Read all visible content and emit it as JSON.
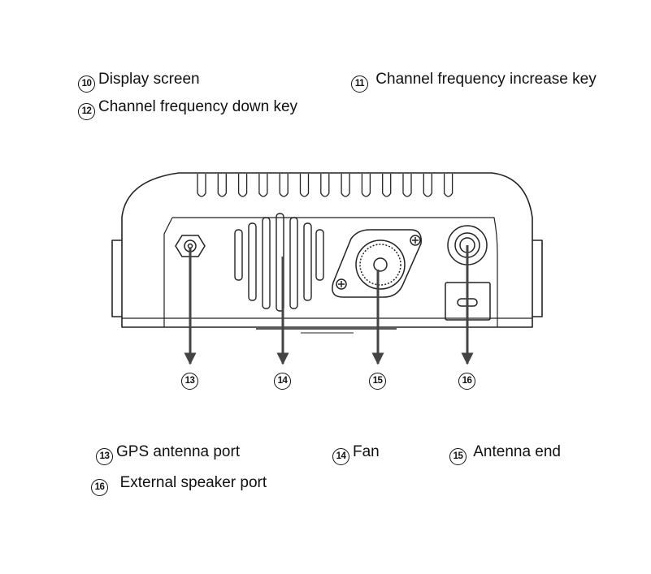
{
  "labels": {
    "l10": {
      "num": "10",
      "text": "Display screen"
    },
    "l11": {
      "num": "11",
      "text": "Channel frequency increase key"
    },
    "l12": {
      "num": "12",
      "text": "Channel frequency down key"
    },
    "l13": {
      "num": "13",
      "text": "GPS antenna port"
    },
    "l14": {
      "num": "14",
      "text": "Fan"
    },
    "l15": {
      "num": "15",
      "text": "Antenna end"
    },
    "l16": {
      "num": "16",
      "text": "External speaker port"
    }
  },
  "callouts": [
    "13",
    "14",
    "15",
    "16"
  ]
}
